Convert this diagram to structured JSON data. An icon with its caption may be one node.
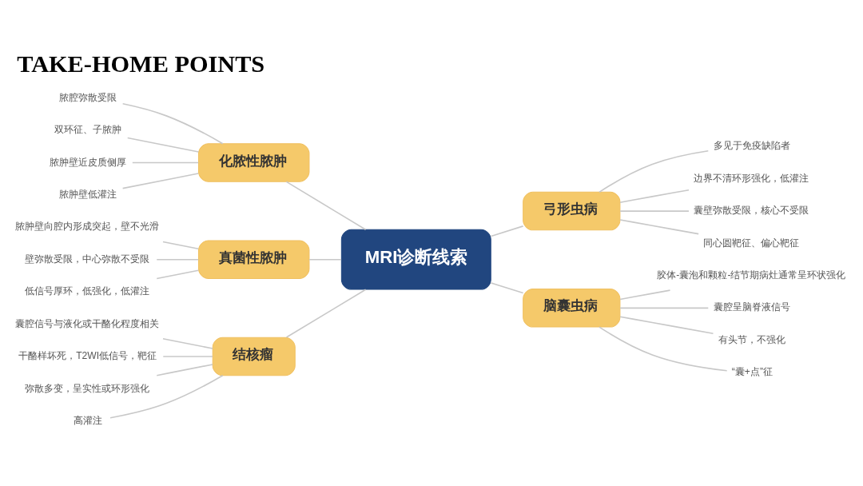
{
  "diagram": {
    "title": "TAKE-HOME POINTS",
    "nodes": [
      {
        "text": [
          "MRI诊断线索"
        ]
      },
      {
        "text": [
          "化脓性脓肿"
        ]
      },
      {
        "text": [
          "脓腔弥散受限"
        ]
      },
      {
        "text": [
          "双环征、子脓肿"
        ]
      },
      {
        "text": [
          "脓肿壁近皮质侧厚"
        ]
      },
      {
        "text": [
          "脓肿壁低灌注"
        ]
      },
      {
        "text": [
          "真菌性脓肿"
        ]
      },
      {
        "text": [
          "脓肿壁向腔内形成突起，壁不光滑"
        ]
      },
      {
        "text": [
          "壁弥散受限，中心弥散不受限"
        ]
      },
      {
        "text": [
          "低信号厚环，低强化，低灌注"
        ]
      },
      {
        "text": [
          "结核瘤"
        ]
      },
      {
        "text": [
          "囊腔信号与液化或干酪化程度相关"
        ]
      },
      {
        "text": [
          "干酪样坏死，T2WI低信号，靶征"
        ]
      },
      {
        "text": [
          "弥散多变，呈实性或环形强化"
        ]
      },
      {
        "text": [
          "高灌注"
        ]
      },
      {
        "text": [
          "弓形虫病"
        ]
      },
      {
        "text": [
          "多见于免疫缺陷者"
        ]
      },
      {
        "text": [
          "边界不清环形强化，低灌注"
        ]
      },
      {
        "text": [
          "囊壁弥散受限，核心不受限"
        ]
      },
      {
        "text": [
          "同心圆靶征、偏心靶征"
        ]
      },
      {
        "text": [
          "脑囊虫病"
        ]
      },
      {
        "text": [
          "胶体-囊泡和颗粒-结节期病灶通常呈环状强化"
        ]
      },
      {
        "text": [
          "囊腔呈脑脊液信号"
        ]
      },
      {
        "text": [
          "有头节，不强化"
        ]
      },
      {
        "text": [
          "“囊+点”征"
        ]
      }
    ],
    "edges": [
      {
        "from": 2,
        "to": 1,
        "arrow": "none"
      },
      {
        "from": 3,
        "to": 1,
        "arrow": "none"
      },
      {
        "from": 4,
        "to": 1,
        "arrow": "none"
      },
      {
        "from": 5,
        "to": 1,
        "arrow": "none"
      },
      {
        "from": 1,
        "to": 0,
        "arrow": "none"
      },
      {
        "from": 7,
        "to": 6,
        "arrow": "none"
      },
      {
        "from": 8,
        "to": 6,
        "arrow": "none"
      },
      {
        "from": 9,
        "to": 6,
        "arrow": "none"
      },
      {
        "from": 6,
        "to": 0,
        "arrow": "none"
      },
      {
        "from": 11,
        "to": 10,
        "arrow": "none"
      },
      {
        "from": 12,
        "to": 10,
        "arrow": "none"
      },
      {
        "from": 13,
        "to": 10,
        "arrow": "none"
      },
      {
        "from": 14,
        "to": 10,
        "arrow": "none"
      },
      {
        "from": 10,
        "to": 0,
        "arrow": "none"
      },
      {
        "from": 0,
        "to": 15,
        "arrow": "none"
      },
      {
        "from": 15,
        "to": 16,
        "arrow": "none"
      },
      {
        "from": 15,
        "to": 17,
        "arrow": "none"
      },
      {
        "from": 15,
        "to": 18,
        "arrow": "none"
      },
      {
        "from": 15,
        "to": 19,
        "arrow": "none"
      },
      {
        "from": 0,
        "to": 20,
        "arrow": "none"
      },
      {
        "from": 20,
        "to": 21,
        "arrow": "none"
      },
      {
        "from": 20,
        "to": 22,
        "arrow": "none"
      },
      {
        "from": 20,
        "to": 23,
        "arrow": "none"
      },
      {
        "from": 20,
        "to": 24,
        "arrow": "none"
      }
    ]
  }
}
